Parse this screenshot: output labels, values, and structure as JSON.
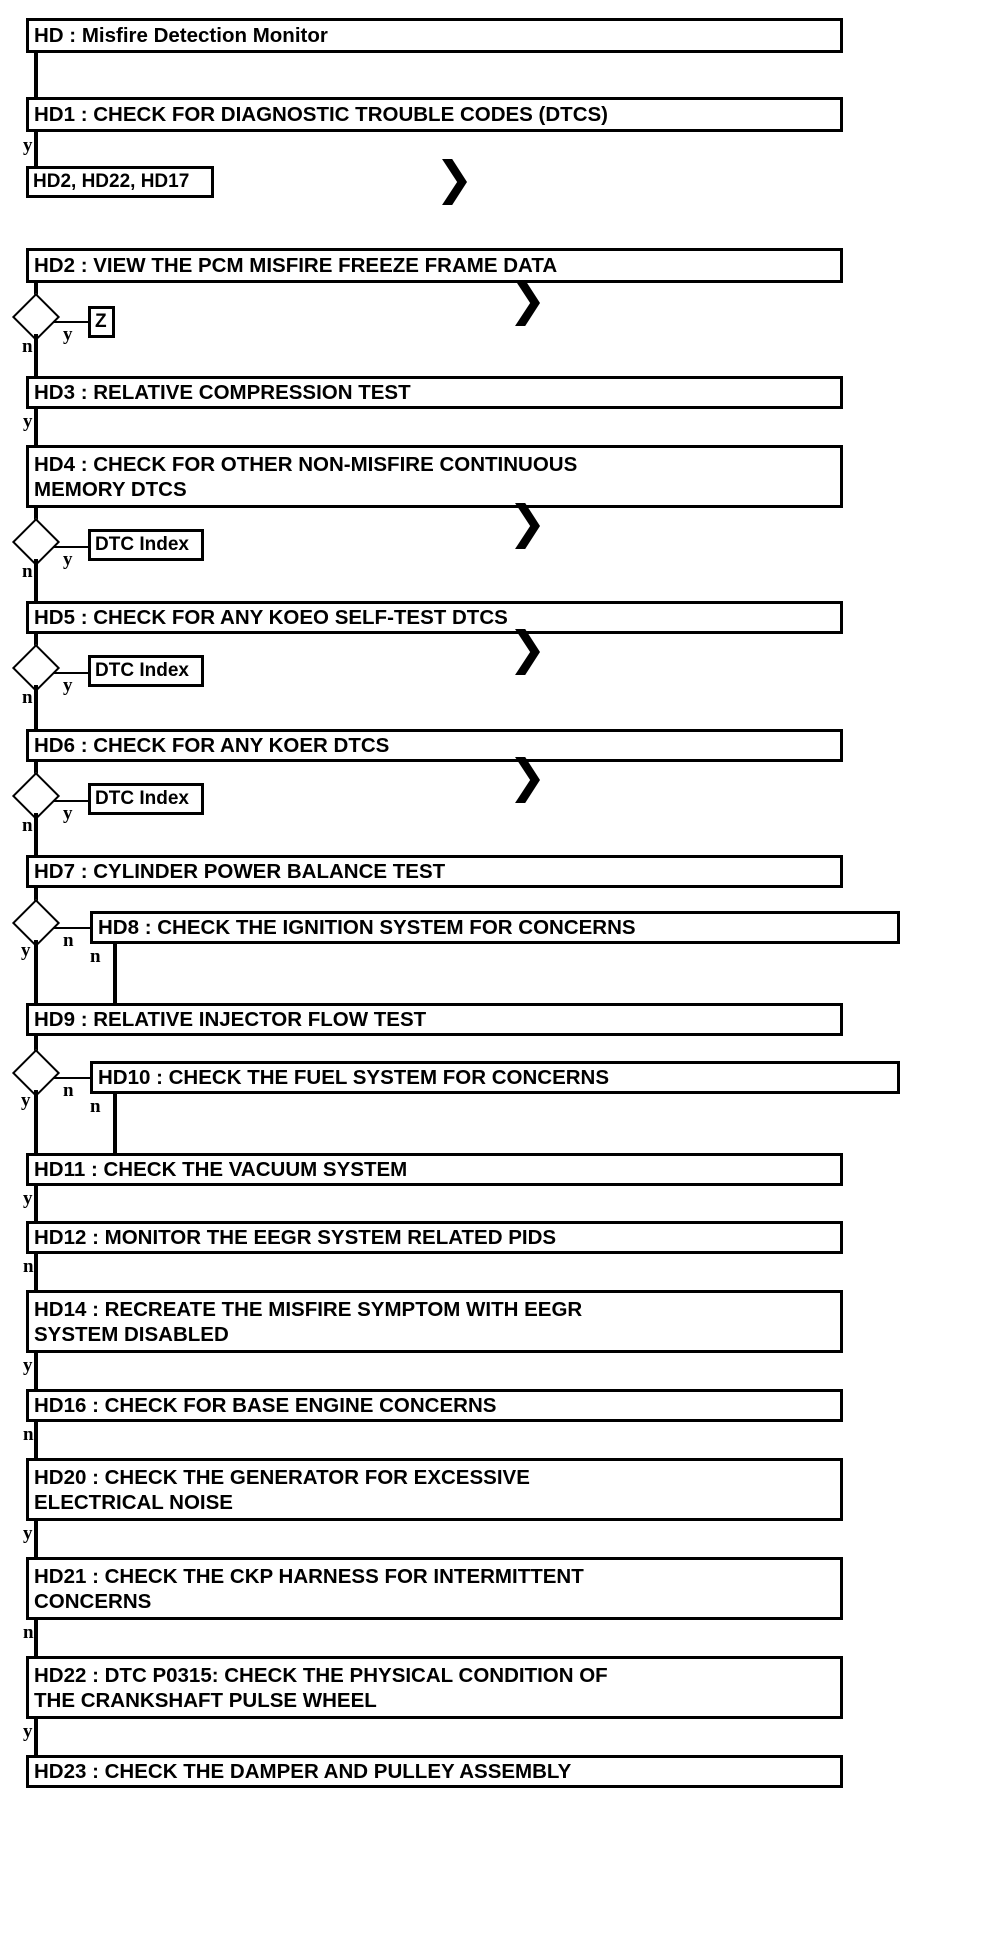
{
  "diagram": {
    "title": "HD : Misfire Detection Monitor",
    "type": "flowchart",
    "orientation": "top-to-bottom"
  },
  "nodes": {
    "hd_title": "HD : Misfire Detection Monitor",
    "hd1": "HD1 : CHECK FOR DIAGNOSTIC TROUBLE CODES (DTCS)",
    "hd2_tag": "HD2, HD22, HD17",
    "hd2": "HD2 : VIEW THE PCM MISFIRE FREEZE FRAME DATA",
    "z_tag": "Z",
    "hd3": "HD3 : RELATIVE COMPRESSION TEST",
    "hd4": "HD4 : CHECK FOR OTHER NON-MISFIRE CONTINUOUS\nMEMORY DTCS",
    "dtc_index_1": "DTC Index",
    "hd5": "HD5 : CHECK FOR ANY KOEO SELF-TEST DTCS",
    "dtc_index_2": "DTC Index",
    "hd6": "HD6 : CHECK FOR ANY KOER DTCS",
    "dtc_index_3": "DTC Index",
    "hd7": "HD7 : CYLINDER POWER BALANCE TEST",
    "hd8": "HD8 : CHECK THE IGNITION SYSTEM FOR CONCERNS",
    "hd9": "HD9 : RELATIVE INJECTOR FLOW TEST",
    "hd10": "HD10 : CHECK THE FUEL SYSTEM FOR CONCERNS",
    "hd11": "HD11 : CHECK THE VACUUM SYSTEM",
    "hd12": "HD12 : MONITOR THE EEGR SYSTEM RELATED PIDS",
    "hd14": "HD14 : RECREATE THE MISFIRE SYMPTOM WITH EEGR\nSYSTEM DISABLED",
    "hd16": "HD16 : CHECK FOR BASE ENGINE CONCERNS",
    "hd20": "HD20 : CHECK THE GENERATOR FOR EXCESSIVE\nELECTRICAL NOISE",
    "hd21": "HD21 : CHECK THE CKP HARNESS FOR INTERMITTENT\nCONCERNS",
    "hd22": "HD22 : DTC P0315: CHECK THE PHYSICAL CONDITION OF\nTHE CRANKSHAFT PULSE WHEEL",
    "hd23": "HD23 : CHECK THE DAMPER AND PULLEY ASSEMBLY"
  },
  "branch_labels": {
    "hd1_y": "y",
    "d1_n": "n",
    "d1_y": "y",
    "hd3_y": "y",
    "d2_n": "n",
    "d2_y": "y",
    "d3_n": "n",
    "d3_y": "y",
    "d4_n": "n",
    "d4_y": "y",
    "d5_y": "y",
    "d5_n": "n",
    "hd8_n": "n",
    "d6_y": "y",
    "d6_n": "n",
    "hd10_n": "n",
    "hd11_y": "y",
    "hd12_n": "n",
    "hd14_y": "y",
    "hd16_n": "n",
    "hd20_y": "y",
    "hd21_n": "n",
    "hd22_y": "y"
  },
  "connectors": {
    "chevron_glyph": "❯",
    "chevron_1": "❯",
    "chevron_2": "❯",
    "chevron_3": "❯",
    "chevron_4": "❯",
    "chevron_5": "❯"
  },
  "colors": {
    "stroke": "#000000",
    "fill": "#ffffff",
    "text": "#000000"
  }
}
